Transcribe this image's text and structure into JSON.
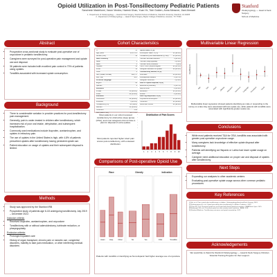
{
  "header": {
    "title": "Opioid Utilization in Post-Tonsillectomy Pediatric Patients",
    "authors": "Sanchesh Madeliomi, Varun Vendra, Haresh Khan, Yuan Ye, Tobi Golden, Anna Messner, Jiani Ahmadi",
    "affiliations": [
      "1 - Department of Otolaryngology — Head & Neck Surgery, Stanford School of Medicine, Stanford University, Stanford, CA 94305",
      "2 - Department of Otolaryngology — Head & Neck Surgery, Baylor College of Medicine, Houston, TX 77030"
    ],
    "logo": {
      "name": "Stanford",
      "sub": "Otolaryngology — Head & Neck Surgery",
      "school": "School of Medicine",
      "icon": "stanford-tree-icon"
    }
  },
  "abstract": {
    "heading": "Abstract",
    "bullets": [
      "Prospective cross-sectional study to evaluate post-operative use of oxycodone in pediatric tonsillectomy.",
      "Caregivers were surveyed for post-operative pain management and opiate use and disposal.",
      "36 patients were included with excellent pain control in 70% of patients using opiates.",
      "Tonsillitis associated with increased opiate consumption."
    ]
  },
  "background": {
    "heading": "Background",
    "bullets": [
      "There is considerable variation in provider practices for post-tonsillectomy pain management.",
      "Generally, pain is under-treated in children after tonsillectomy, which increases risk of poor oral intake, dehydration, and subsequent hospitalization.",
      "Commonly used medications include ibuprofen, acetaminophen, and opiates in refractory pain.",
      "The use of opiates in the United States is high, with 4-8% of patients prescribed opiates after tonsillectomy having persistent opiate use.",
      "Patient education on usage of opiates and their subsequent disposal is limited."
    ]
  },
  "methods": {
    "heading": "Methods",
    "bullets": [
      "Study was approved by the Stanford IRB",
      "Prospective study of patients age 6-18 undergoing tonsillectomy July 2019 – December 2022."
    ],
    "inclusion_title": "Inclusion criteria:",
    "inclusion": [
      "Received ibuprofen, acetaminophen, and oxycodone",
      "Tonsillectomy with or without adenoidectomy, turbinate reduction, or pharyngoplasty"
    ],
    "exclusion_title": "Exclusion criteria:",
    "exclusion": [
      "Prolonged inpatient care",
      "History of organ transplant, chronic pain or narcotic use, congenital disorders, inability to take pain medication, or other interfering medical disorders"
    ]
  },
  "cohort": {
    "heading": "Cohort Characteristics",
    "left_rows": [
      [
        "N",
        "36"
      ],
      [
        "Age, years",
        "10.0 ± 4.1"
      ],
      [
        "Gender (%M)",
        "18"
      ],
      [
        "Race / Ethnicity",
        ""
      ],
      [
        "  Asian",
        "5"
      ],
      [
        "  Black",
        "3"
      ],
      [
        "  Hispanic",
        "13"
      ],
      [
        "  White",
        "13"
      ],
      [
        "  Other",
        "2"
      ],
      [
        "Sex (%Male, Female)",
        "19/0, 17"
      ],
      [
        "BMI, %ile",
        "91.6"
      ],
      [
        "Preferred Language",
        ""
      ],
      [
        "  English",
        "28"
      ],
      [
        "  Spanish",
        "8"
      ],
      [
        "Insurance",
        ""
      ],
      [
        "  Private",
        "16 (44.4%)"
      ],
      [
        "  Public",
        "20 (55.6%)"
      ],
      [
        "Indication",
        ""
      ],
      [
        "  Obstructive",
        "32 (88.9%)"
      ],
      [
        "  Infectious",
        "4 (11.1%)"
      ],
      [
        "Tonsillectomy (%)",
        "36 (100%)"
      ],
      [
        "Adenoid",
        "32 (88.9%)"
      ],
      [
        "  Tonsil size",
        "1.95"
      ],
      [
        "BMI (mean ± SD)",
        "21.7 ± 4.0"
      ],
      [
        "Comorbid, N (%)",
        "8 (22.2%)"
      ],
      [
        "Total doses",
        "14.3 ± 7.1"
      ],
      [
        "Opioid doses",
        "3.4 ± 2.9"
      ],
      [
        "Days of use",
        "3.7 ± 1.8"
      ],
      [
        "Leftover doses",
        "8.5 ± 4.5"
      ]
    ],
    "right_rows": [
      [
        "Opioid Rates, N (%)",
        ""
      ],
      [
        "Prescription Taken, N (%)",
        "34 (94.4%)"
      ],
      [
        "Tonsillectomy with adenoidectomy (T&A)",
        "31 (86.1%)"
      ],
      [
        "T&A with turbinate reduction",
        "4 (11.1%)"
      ],
      [
        "T&A with pharyngoplasty",
        "1 (2.8%)"
      ],
      [
        "T&A with other procedure",
        "0 (0%)"
      ],
      [
        "T&A + OSA / polysomnogram",
        "22 (61.1%)"
      ],
      [
        "Caregiver education on opiates",
        "29 (80.6%)"
      ],
      [
        "Tonsillectomy Method, N (%)",
        ""
      ],
      [
        "Cold steel",
        "30 (83.3%)"
      ],
      [
        "Intracapsular/coblation",
        "6 (16.7%)"
      ],
      [
        "Caregiver instruction",
        "1 (2.8%)"
      ],
      [
        "Plan for Opioid Disposal, N (%)",
        ""
      ],
      [
        "  Returned to pharmacy",
        "6 (16.7%)"
      ],
      [
        "  Kept at home",
        "9 (25.0%)"
      ],
      [
        "  Discarded",
        "12 (33.3%)"
      ],
      [
        "  Unsure",
        "9 (25.0%)"
      ],
      [
        "Pain Log Responses, N (%)",
        ""
      ],
      [
        "  Oxycodone consumption",
        "16 (44.4%)"
      ],
      [
        "  Tonsil size",
        "14 (38.9%)"
      ],
      [
        "Good Pain Control",
        "34 (94.4%)"
      ]
    ],
    "note1": "Most patients in our cohort received tonsillectomy for obstructive sleep apnea (OSA), and most caregivers did not have a plan for disposal of extra opiates.",
    "note2": "Most patients reported higher Likert pain scores post-tonsillectomy, with a skewed distribution.",
    "pain_title": "Distribution of Pain Scores"
  },
  "pain_chart": {
    "type": "bar",
    "categories": [
      "1",
      "2",
      "3",
      "4",
      "5",
      "6",
      "7",
      "8",
      "9",
      "10"
    ],
    "values": [
      1,
      1,
      2,
      2,
      4,
      4,
      6,
      8,
      5,
      3
    ],
    "color": "#b31b1b"
  },
  "comparisons": {
    "heading": "Comparisons of Post-operative Opioid Use",
    "groups": [
      "Race",
      "Obesity",
      "Indication"
    ],
    "race_values": [
      3.2,
      4.8,
      3.0
    ],
    "race_labels": [
      "Asian",
      "Hisp.",
      "Other"
    ],
    "obesity_values": [
      3.1,
      3.9
    ],
    "obesity_labels": [
      "No",
      "Yes"
    ],
    "indication_values": [
      2.8,
      5.1
    ],
    "indication_labels": [
      "OSA",
      "Tonsillitis"
    ],
    "caption": "Patients with tonsillitis or identifying as Non-Hispanic had higher average use of oxycodone"
  },
  "regression": {
    "heading": "Multivariable Linear Regression",
    "ylabel": "Coefficients",
    "coefs": [
      {
        "label": "Age",
        "value": 0.2,
        "low": -0.3,
        "high": 0.7
      },
      {
        "label": "Sex",
        "value": -0.5,
        "low": -1.5,
        "high": 0.5
      },
      {
        "label": "Race",
        "value": 0.8,
        "low": -0.4,
        "high": 2.0
      },
      {
        "label": "Obesity",
        "value": 0.6,
        "low": -0.6,
        "high": 1.8
      },
      {
        "label": "Indication",
        "value": 2.8,
        "low": 0.8,
        "high": 4.8
      },
      {
        "label": "Insurance",
        "value": 0.4,
        "low": -0.9,
        "high": 1.7
      },
      {
        "label": "Language",
        "value": -0.2,
        "low": -1.4,
        "high": 1.0
      },
      {
        "label": "Procedure",
        "value": 0.3,
        "low": -0.8,
        "high": 1.4
      },
      {
        "label": "Tonsil",
        "value": 1.0,
        "low": -0.2,
        "high": 2.2
      }
    ],
    "caption": "Multivariable linear regression showed patients identifying as male or responding to the survey on a later day were associated with less opiate use, while patients with tonsillitis were associated with significantly greater opiate use."
  },
  "conclusions": {
    "heading": "Conclusions",
    "bullets": [
      "While most patients received T&A for OSA, tonsillitis was associated with greater post-operative oxycodone usage.",
      "Many caregivers lack knowledge of effective opiate disposal after tonsillectomy.",
      "Patients self-identifying as Hispanic or Latino had lower opiate usage on average.",
      "Caregiver need additional education on proper use and disposal of opiates after tonsillectomy."
    ]
  },
  "next_steps": {
    "heading": "Next Steps",
    "bullets": [
      "Expanding our analyses to other academic centers",
      "Evaluating post-operative opiate usage across other common pediatric procedures"
    ]
  },
  "references": {
    "heading": "Key References",
    "items": [
      "[1] Ho, et al. Pain control after tonsillectomy in children. Otolaryngology-Head and Neck Surgery. 2019.",
      "[2] Subramanyam R, et al. Opioid prescribing after tonsillectomy in children. Pediatrics. 2020.",
      "[3] Chua KP, et al. Persistent opioid use associated with dental opioid prescriptions. JAMA Netw Open. 2021.",
      "[4] Harbaugh CM, et al. Persistent opioid use after wisdom tooth extraction. JAMA. 2018.",
      "[5] Stanford Medicine. Tonsillectomy outcomes and opioid stewardship. 2022."
    ]
  },
  "acknowledgements": {
    "heading": "Acknowledgements",
    "text": "We would like to thank the Stanford Otolaryngology — Head & Neck Surgery Clinician Scientist Training Program for their support."
  }
}
